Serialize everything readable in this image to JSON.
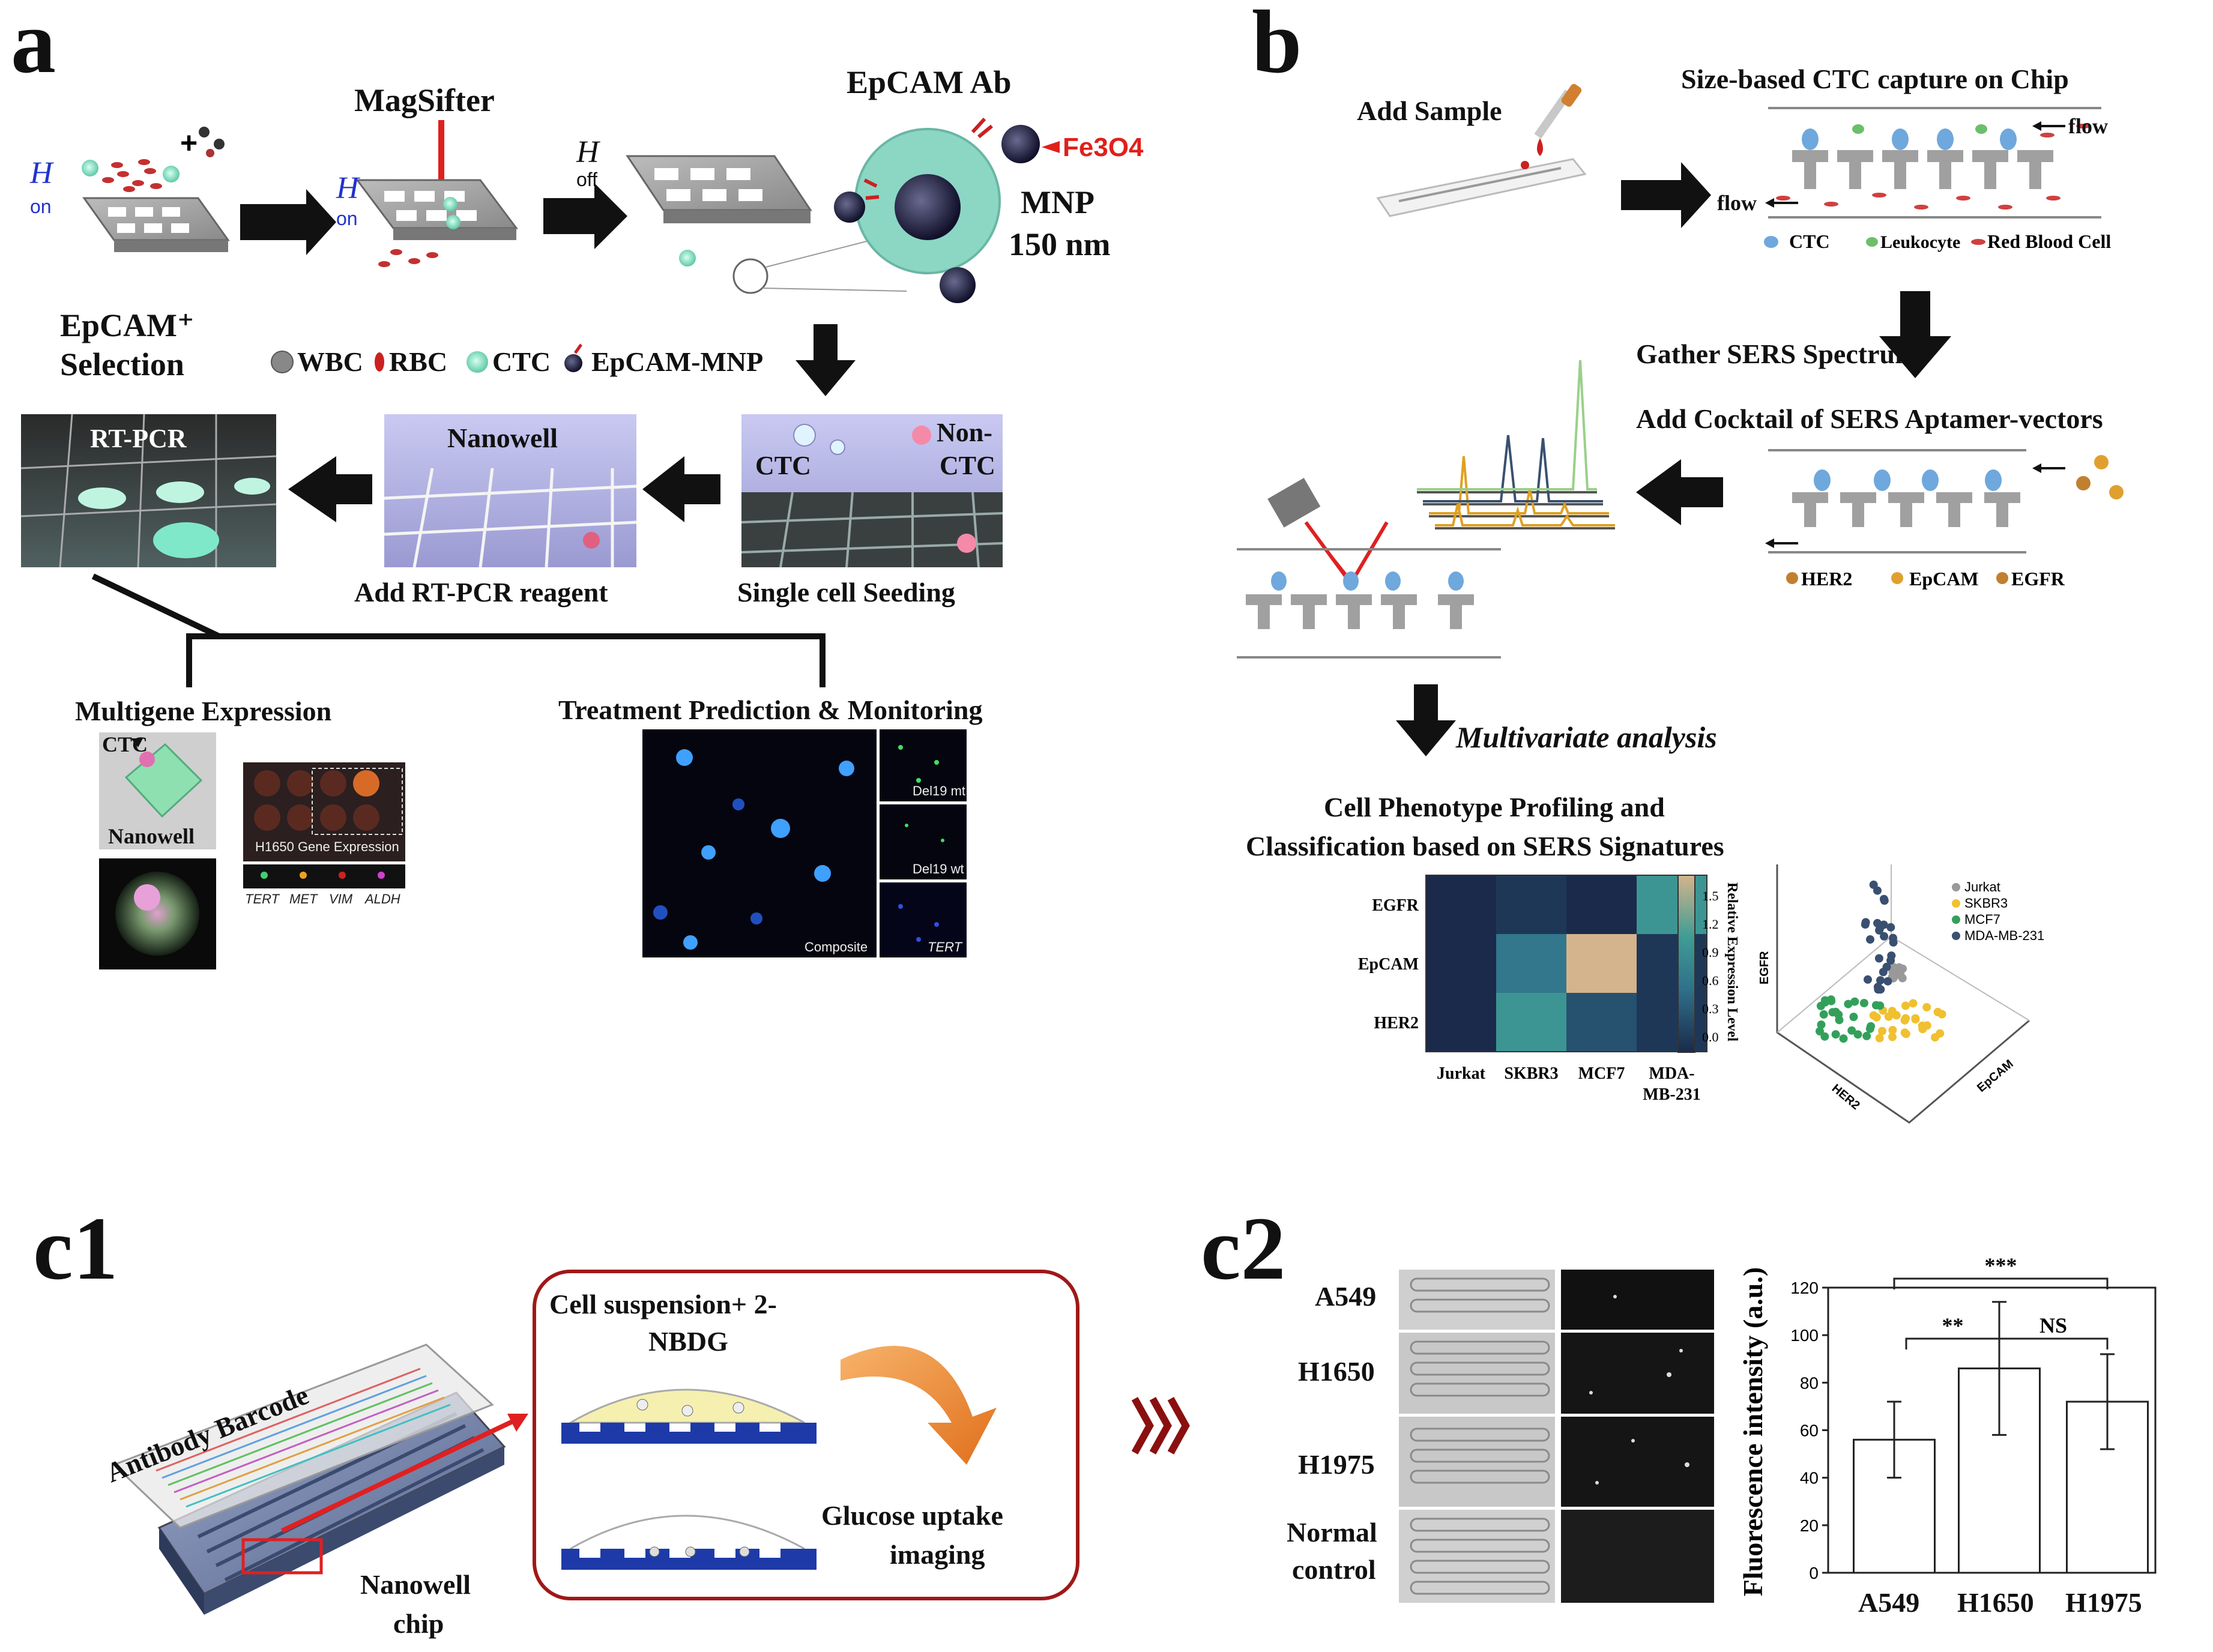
{
  "panels": {
    "a": "a",
    "b": "b",
    "c1": "c1",
    "c2": "c2"
  },
  "a": {
    "h_on_1": "H",
    "on_1": "on",
    "magsifter": "MagSifter",
    "h_on_2": "H",
    "on_2": "on",
    "h_off": "H",
    "off": "off",
    "epcam_ab": "EpCAM Ab",
    "fe3o4": "Fe3O4",
    "mnp": "MNP",
    "mnp_size": "150 nm",
    "epcam_plus": "EpCAM⁺",
    "selection": "Selection",
    "legend": [
      "WBC",
      "RBC",
      "CTC",
      "EpCAM-MNP"
    ],
    "rtpcr": "RT-PCR",
    "nanowell": "Nanowell",
    "ctc": "CTC",
    "non": "Non-",
    "ctc2": "CTC",
    "add_reagent": "Add RT-PCR reagent",
    "seeding": "Single cell Seeding",
    "multigene": "Multigene Expression",
    "treatment": "Treatment Prediction & Monitoring",
    "ctc_small": "CTC",
    "nanowell_small": "Nanowell",
    "h1650_expr": "H1650 Gene Expression",
    "genes": [
      "TERT",
      "MET",
      "VIM",
      "ALDH"
    ],
    "del19mt": "Del19 mt",
    "del19wt": "Del19 wt",
    "tert": "TERT",
    "composite": "Composite"
  },
  "b": {
    "add_sample": "Add Sample",
    "size_based": "Size-based CTC capture on Chip",
    "flow_right": "flow",
    "flow_left": "flow",
    "legend1": [
      "CTC",
      "Leukocyte",
      "Red Blood Cell"
    ],
    "gather": "Gather SERS  Spectrum",
    "cocktail": "Add Cocktail of SERS Aptamer-vectors",
    "legend2": [
      "HER2",
      "EpCAM",
      "EGFR"
    ],
    "multivariate": "Multivariate analysis",
    "profiling_1": "Cell Phenotype Profiling and",
    "profiling_2": "Classification based on SERS Signatures"
  },
  "c1": {
    "barcode": "Antibody Barcode",
    "nanowell": "Nanowell",
    "chip": "chip",
    "suspension_1": "Cell suspension+ 2-",
    "suspension_2": "NBDG",
    "glucose_1": "Glucose uptake",
    "glucose_2": "imaging"
  },
  "c2": {
    "rows": [
      "A549",
      "H1650",
      "H1975"
    ],
    "normal_1": "Normal",
    "normal_2": "control"
  },
  "colors": {
    "arrow": "#111111",
    "accent_red": "#e0201b",
    "h_blue": "#2233cc",
    "heat_dark": "#1b2a4a",
    "heat_mid": "#2f6f8a",
    "heat_teal": "#3f9c95",
    "heat_tan": "#d4b48c",
    "jurkat": "#999999",
    "skbr3": "#f0c030",
    "mcf7": "#33a05a",
    "mda": "#3a5070"
  },
  "chart_data": [
    {
      "type": "heatmap",
      "rows": [
        "EGFR",
        "EpCAM",
        "HER2"
      ],
      "columns": [
        "Jurkat",
        "SKBR3",
        "MCF7",
        "MDA-MB-231"
      ],
      "values": [
        [
          0.0,
          0.1,
          0.0,
          0.9
        ],
        [
          0.0,
          0.6,
          1.5,
          0.1
        ],
        [
          0.0,
          0.9,
          0.3,
          0.1
        ]
      ],
      "colorbar_ticks": [
        "1.5",
        "1.2",
        "0.9",
        "0.6",
        "0.3",
        "0.0"
      ],
      "colorbar_label": "Relative Expression Level"
    },
    {
      "type": "scatter",
      "dimensions": 3,
      "series": [
        {
          "name": "Jurkat"
        },
        {
          "name": "SKBR3"
        },
        {
          "name": "MCF7"
        },
        {
          "name": "MDA-MB-231"
        }
      ],
      "axis_labels": [
        "EGFR",
        "HER2",
        "EpCAM"
      ]
    },
    {
      "type": "bar",
      "categories": [
        "A549",
        "H1650",
        "H1975"
      ],
      "values": [
        56,
        86,
        72
      ],
      "errors": [
        16,
        28,
        20
      ],
      "ylabel": "Fluorescence intensity (a.u.)",
      "ylim": [
        0,
        120
      ],
      "yticks": [
        "0",
        "20",
        "40",
        "60",
        "80",
        "100",
        "120"
      ],
      "significance": [
        "***",
        "**",
        "NS"
      ]
    }
  ]
}
